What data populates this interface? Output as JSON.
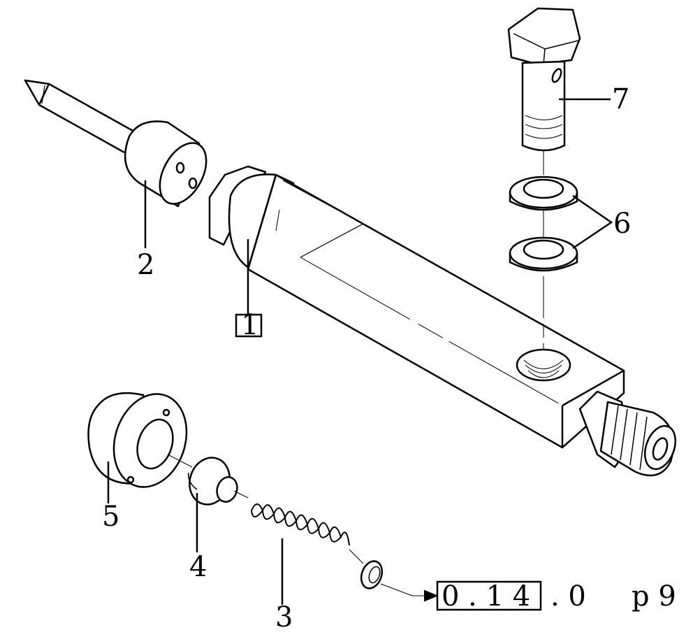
{
  "diagram": {
    "callouts": {
      "part_1": "1",
      "part_2": "2",
      "part_3": "3",
      "part_4": "4",
      "part_5": "5",
      "part_6": "6",
      "part_7": "7"
    },
    "reference": {
      "boxed": "0 . 1 4",
      "suffix": ". 0",
      "page": "p 9"
    }
  }
}
